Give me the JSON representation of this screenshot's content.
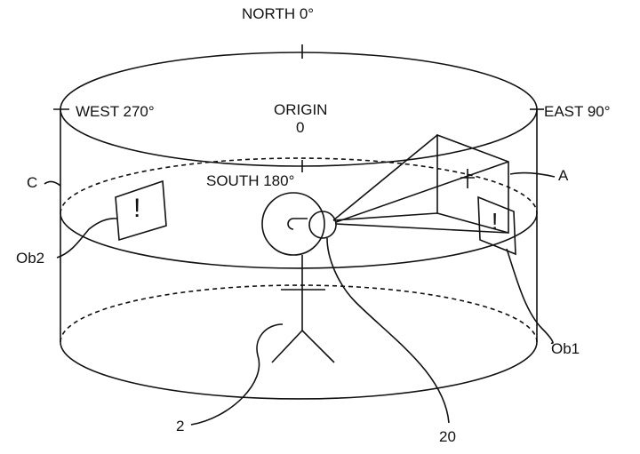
{
  "directions": {
    "north": "NORTH 0°",
    "west": "WEST 270°",
    "east": "EAST 90°",
    "south": "SOUTH 180°"
  },
  "origin": {
    "label": "ORIGIN",
    "value": "0"
  },
  "reference_labels": {
    "cylinder": "C",
    "view_area": "A",
    "object_2": "Ob2",
    "object_1": "Ob1",
    "user": "2",
    "display_device": "20"
  },
  "object_glyph": "!"
}
